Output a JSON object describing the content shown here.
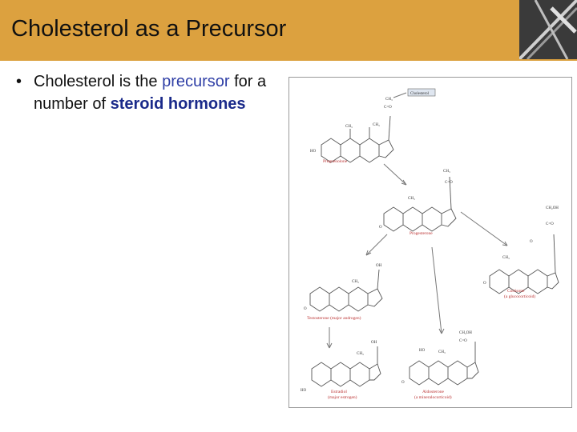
{
  "slide": {
    "title": "Cholesterol as a Precursor",
    "bullet": {
      "marker": "•",
      "part1": "Cholesterol is the ",
      "highlight1": "precursor",
      "part2": " for a number of ",
      "highlight2": "steroid hormones"
    }
  },
  "figure": {
    "box_label": "Cholesterol",
    "molecules": [
      {
        "name": "Pregnenolone",
        "sub": ""
      },
      {
        "name": "Progesterone",
        "sub": ""
      },
      {
        "name": "Cortisone",
        "sub": "(a glucocorticoid)"
      },
      {
        "name": "Testosterone (major androgen)",
        "sub": ""
      },
      {
        "name": "Estradiol",
        "sub": "(major estrogen)"
      },
      {
        "name": "Aldosterone",
        "sub": "(a mineralocorticoid)"
      }
    ],
    "atoms": {
      "ch3": "CH₃",
      "ho": "HO",
      "o": "O",
      "oh": "OH",
      "c_eq_o": "C=O",
      "ch2oh": "CH₂OH"
    }
  },
  "colors": {
    "title_bar": "#dca13f",
    "highlight": "#2f3fa6",
    "caption": "#b33333"
  }
}
